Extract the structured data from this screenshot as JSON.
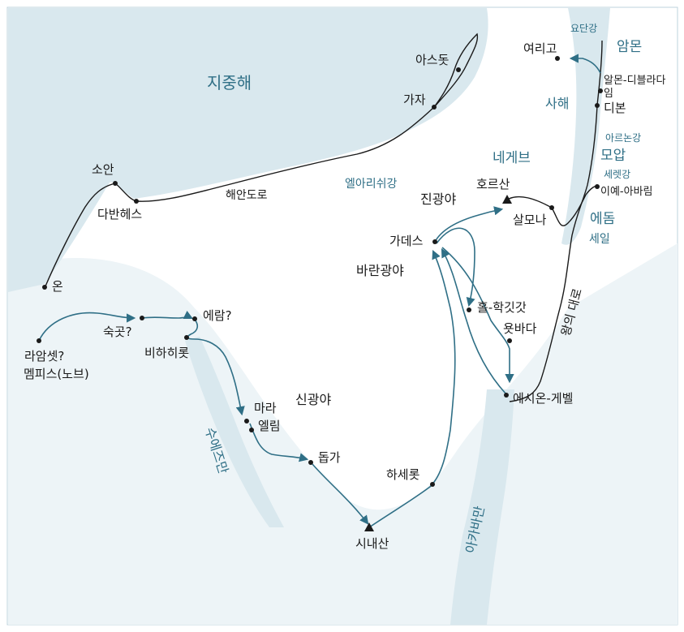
{
  "colors": {
    "sea": "#d9e8ee",
    "land_wash": "#e6f0f4",
    "route": "#2f6f86",
    "road": "#1a1a1a",
    "region_text": "#2f6f86",
    "place_text": "#1a1a1a"
  },
  "water": {
    "mediterranean": "지중해",
    "dead_sea": "사해",
    "gulf_of_suez": "수에즈만",
    "gulf_of_aqaba": "아카바만",
    "jordan_river": "요단강",
    "arnon_river": "아르논강",
    "zered_river": "세렛강",
    "wilderness_of_zin": "엘아리쉬강"
  },
  "regions": {
    "ammon": "암몬",
    "moab": "모압",
    "edom": "에돔",
    "seir": "세일",
    "negev": "네게브",
    "zin": "진광야",
    "paran": "바란광야",
    "sin": "신광야",
    "kings_highway": "왕의 대로",
    "coastal_road": "해안도로"
  },
  "places": {
    "ashdod": "아스돗",
    "gaza": "가자",
    "zoan": "소안",
    "tahpanhes": "다반헤스",
    "on": "온",
    "rameses": "라암셋?",
    "memphis": "멤피스(노브)",
    "succoth": "숙곳?",
    "etham": "에람?",
    "pi_hahiroth": "비하히롯",
    "marah": "마라",
    "elim": "엘림",
    "dophkah": "돕가",
    "sinai": "시내산",
    "hazeroth": "하세롯",
    "ezion_geber": "에시온-게벨",
    "jotbathah": "욧바다",
    "hor_haggidgad": "홀-학깃갓",
    "kadesh": "가데스",
    "mount_hor": "호르산",
    "zalmonah": "살모나",
    "iye_abarim": "이예-아바림",
    "dibon": "디본",
    "almon_diblathaim": "알몬-디블라다임",
    "jericho": "여리고"
  }
}
